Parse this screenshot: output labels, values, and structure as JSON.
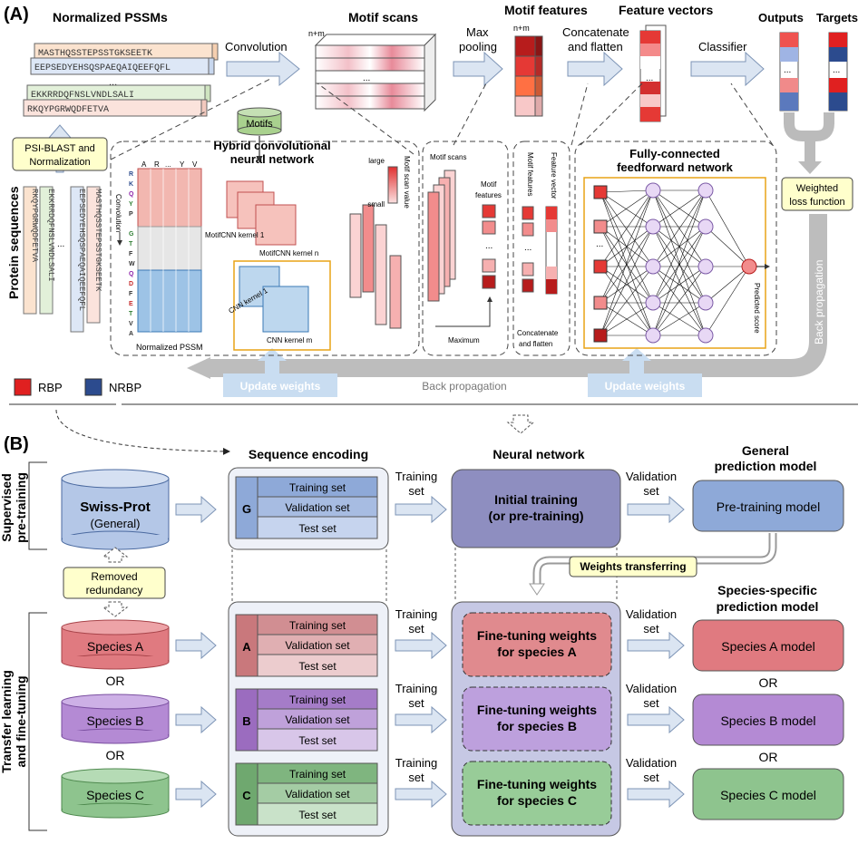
{
  "panel_a": {
    "label": "(A)",
    "normalized_pssms": "Normalized PSSMs",
    "pssm_seqs": [
      "MASTHQSSTEPSSTGKSEETK",
      "EEPSEDYEHSQSPAEQAIQEEFQFL",
      "EKKRRDQFNSLVNDLSALI",
      "RKQYPGRWQDFETVA"
    ],
    "ellipsis": "...",
    "n_plus_m": "n+m",
    "convolution": "Convolution",
    "motif_scans": "Motif scans",
    "max_pooling_1": "Max",
    "max_pooling_2": "pooling",
    "motif_features": "Motif features",
    "concat_1": "Concatenate",
    "concat_2": "and flatten",
    "feature_vectors": "Feature vectors",
    "classifier": "Classifier",
    "outputs": "Outputs",
    "targets": "Targets",
    "psi_blast_1": "PSI-BLAST and",
    "psi_blast_2": "Normalization",
    "protein_sequences": "Protein sequences",
    "raw_seqs": [
      "RKQYPGRWQDFETVA",
      "EKKRRDQFNSLVNDLSALI",
      "EEPSEDYEHSQSPAEQAIQEEFQFL",
      "MASTHQSSTEPSSTGKSEETK"
    ],
    "motifs": "Motifs",
    "hybrid_1": "Hybrid convolutional",
    "hybrid_2": "neural network",
    "conv_vertical": "Convolution",
    "matrix_header": [
      "A",
      "R",
      "...",
      "Y",
      "V"
    ],
    "residues": [
      "R",
      "K",
      "Q",
      "Y",
      "P",
      "G",
      "T",
      "F",
      "W",
      "Q",
      "D",
      "F",
      "E",
      "T",
      "V",
      "A"
    ],
    "normalized_pssm_small": "Normalized PSSM",
    "motifcnn_k1": "MotifCNN kernel 1",
    "motifcnn_kn": "MotifCNN kernel n",
    "cnn_k1": "CNN kernel 1",
    "cnn_km": "CNN kernel m",
    "large": "large",
    "small": "small",
    "motif_scan_value": "Motif scan value",
    "inset_motif_scans": "Motif scans",
    "inset_motif_features_1": "Motif",
    "inset_motif_features_2": "features",
    "maximum": "Maximum",
    "inset_mf_vertical": "Motif features",
    "inset_fv_vertical": "Feature vector",
    "inset_concat_1": "Concatenate",
    "inset_concat_2": "and flatten",
    "fc_1": "Fully-connected",
    "fc_2": "feedforward network",
    "predicted_score": "Predicted score",
    "weighted_1": "Weighted",
    "weighted_2": "loss function",
    "back_propagation": "Back propagation",
    "update_weights": "Update weights",
    "rbp": "RBP",
    "nrbp": "NRBP",
    "colors": {
      "rbp": "#e02020",
      "nrbp": "#2c4b8e",
      "accent_yellow": "#ffffcc",
      "arrow": "#c9d7ea"
    }
  },
  "panel_b": {
    "label": "(B)",
    "sequence_encoding": "Sequence encoding",
    "neural_network": "Neural network",
    "general_1": "General",
    "general_2": "prediction model",
    "supervised_1": "Supervised",
    "supervised_2": "pre-training",
    "transfer_1": "Transfer learning",
    "transfer_2": "and fine-tuning",
    "swissprot": "Swiss-Prot",
    "swissprot_sub": "(General)",
    "removed_1": "Removed",
    "removed_2": "redundancy",
    "training_set_1": "Training",
    "training_set_2": "set",
    "validation_set_1": "Validation",
    "validation_set_2": "set",
    "or": "OR",
    "initial_1": "Initial training",
    "initial_2": "(or pre-training)",
    "pretraining_model": "Pre-training model",
    "weights_transferring": "Weights transferring",
    "species_specific_1": "Species-specific",
    "species_specific_2": "prediction model",
    "set_labels": [
      "Training set",
      "Validation set",
      "Test set"
    ],
    "groups": [
      {
        "letter": "G",
        "db": "Swiss-Prot",
        "ft_1": "",
        "ft_2": "",
        "model": "Pre-training model"
      },
      {
        "letter": "A",
        "db": "Species A",
        "ft_1": "Fine-tuning weights",
        "ft_2": "for species A",
        "model": "Species A model"
      },
      {
        "letter": "B",
        "db": "Species B",
        "ft_1": "Fine-tuning weights",
        "ft_2": "for species B",
        "model": "Species B model"
      },
      {
        "letter": "C",
        "db": "Species C",
        "ft_1": "Fine-tuning weights",
        "ft_2": "for species C",
        "model": "Species C model"
      }
    ],
    "colors": {
      "general": "#9bb0d6",
      "species_a": "#e07a80",
      "species_b": "#b48ad4",
      "species_c": "#8ec48e"
    }
  }
}
